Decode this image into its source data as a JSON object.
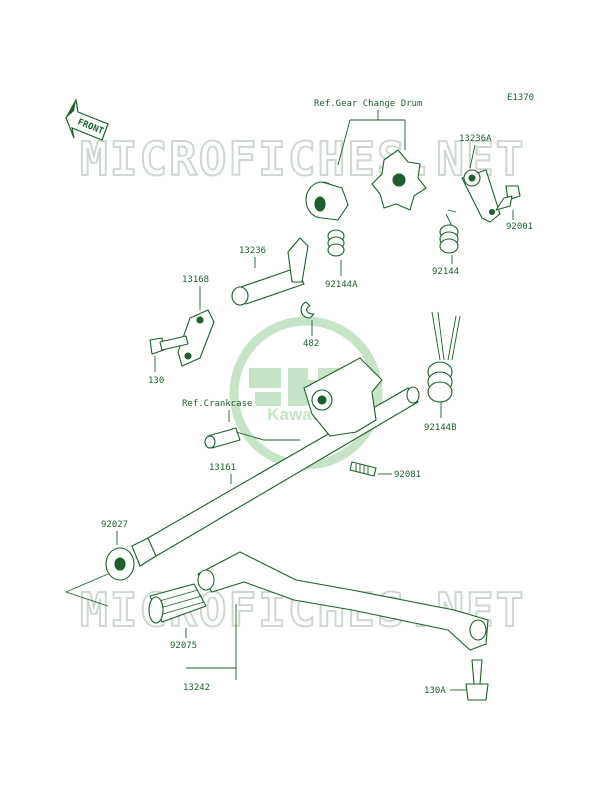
{
  "diagram": {
    "code": "E1370",
    "front_label": "FRONT",
    "watermark": "MICROFICHES.NET",
    "logo_text": "Kawasaki",
    "refs": {
      "gear_change_drum": "Ref.Gear Change Drum",
      "crankcase": "Ref.Crankcase"
    },
    "parts": {
      "p13236A": "13236A",
      "p92001": "92001",
      "p13236": "13236",
      "p92144A": "92144A",
      "p92144": "92144",
      "p13168": "13168",
      "p482": "482",
      "p130": "130",
      "p92144B": "92144B",
      "p13161": "13161",
      "p92081": "92081",
      "p92027": "92027",
      "p92075": "92075",
      "p13242": "13242",
      "p130A": "130A"
    }
  },
  "colors": {
    "line": "#1f5e2e",
    "watermark": "#cfd8d0",
    "logo": "#9ccf9c"
  }
}
